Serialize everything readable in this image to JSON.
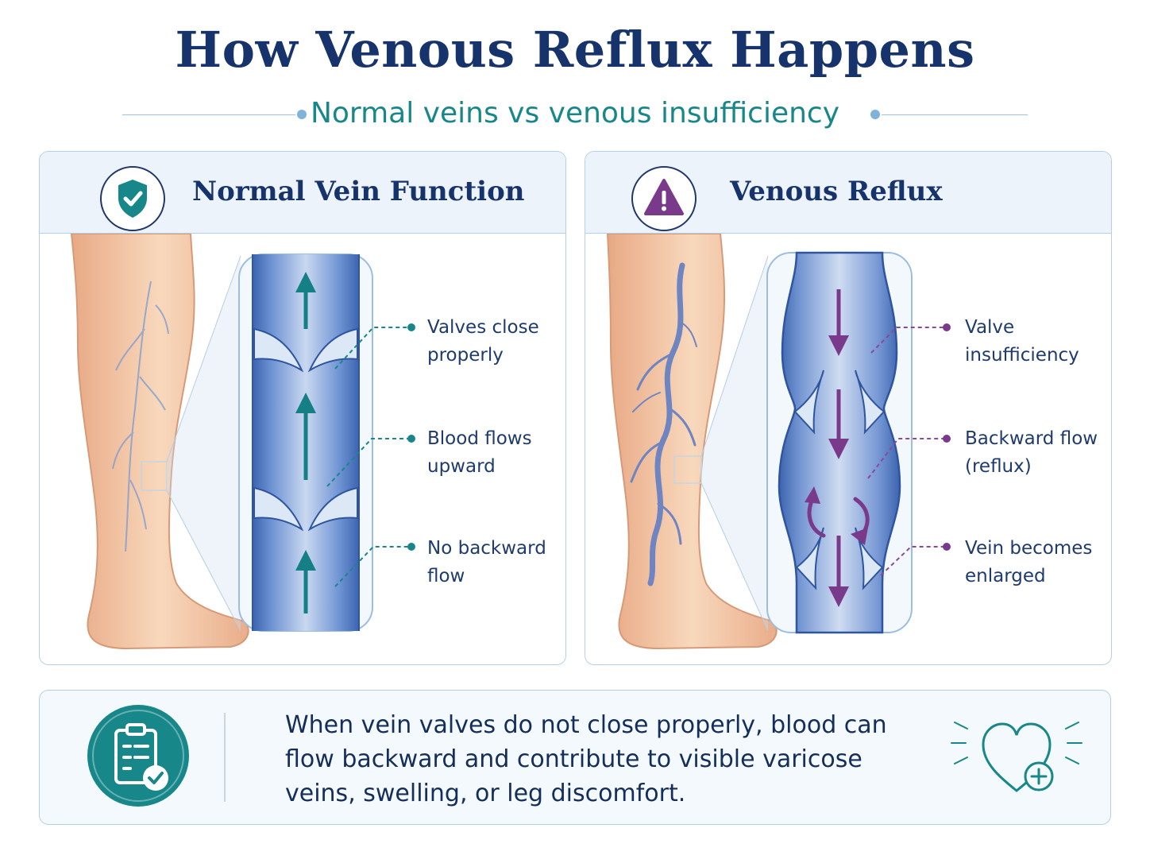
{
  "title": "How Venous Reflux Happens",
  "subtitle": "Normal veins vs venous insufficiency",
  "colors": {
    "navy": "#16336b",
    "teal": "#17878a",
    "purple": "#7a3a8c",
    "vein_blue": "#5b82c8",
    "skin": "#f3c9a4",
    "header_bg": "#edf3fb",
    "border": "#b5d0e6"
  },
  "panels": {
    "normal": {
      "title": "Normal Vein Function",
      "icon": "shield-check-icon",
      "labels": [
        [
          "Valves close",
          "properly"
        ],
        [
          "Blood flows",
          "upward"
        ],
        [
          "No backward",
          "flow"
        ]
      ]
    },
    "reflux": {
      "title": "Venous Reflux",
      "icon": "warning-triangle-icon",
      "labels": [
        [
          "Valve",
          "insufficiency"
        ],
        [
          "Backward flow",
          "(reflux)"
        ],
        [
          "Vein becomes",
          "enlarged"
        ]
      ]
    }
  },
  "summary": {
    "icon": "clipboard-check-icon",
    "text": "When vein valves do not close properly, blood can flow backward and contribute to visible varicose veins, swelling, or leg discomfort.",
    "side_icon": "heart-plus-icon"
  }
}
